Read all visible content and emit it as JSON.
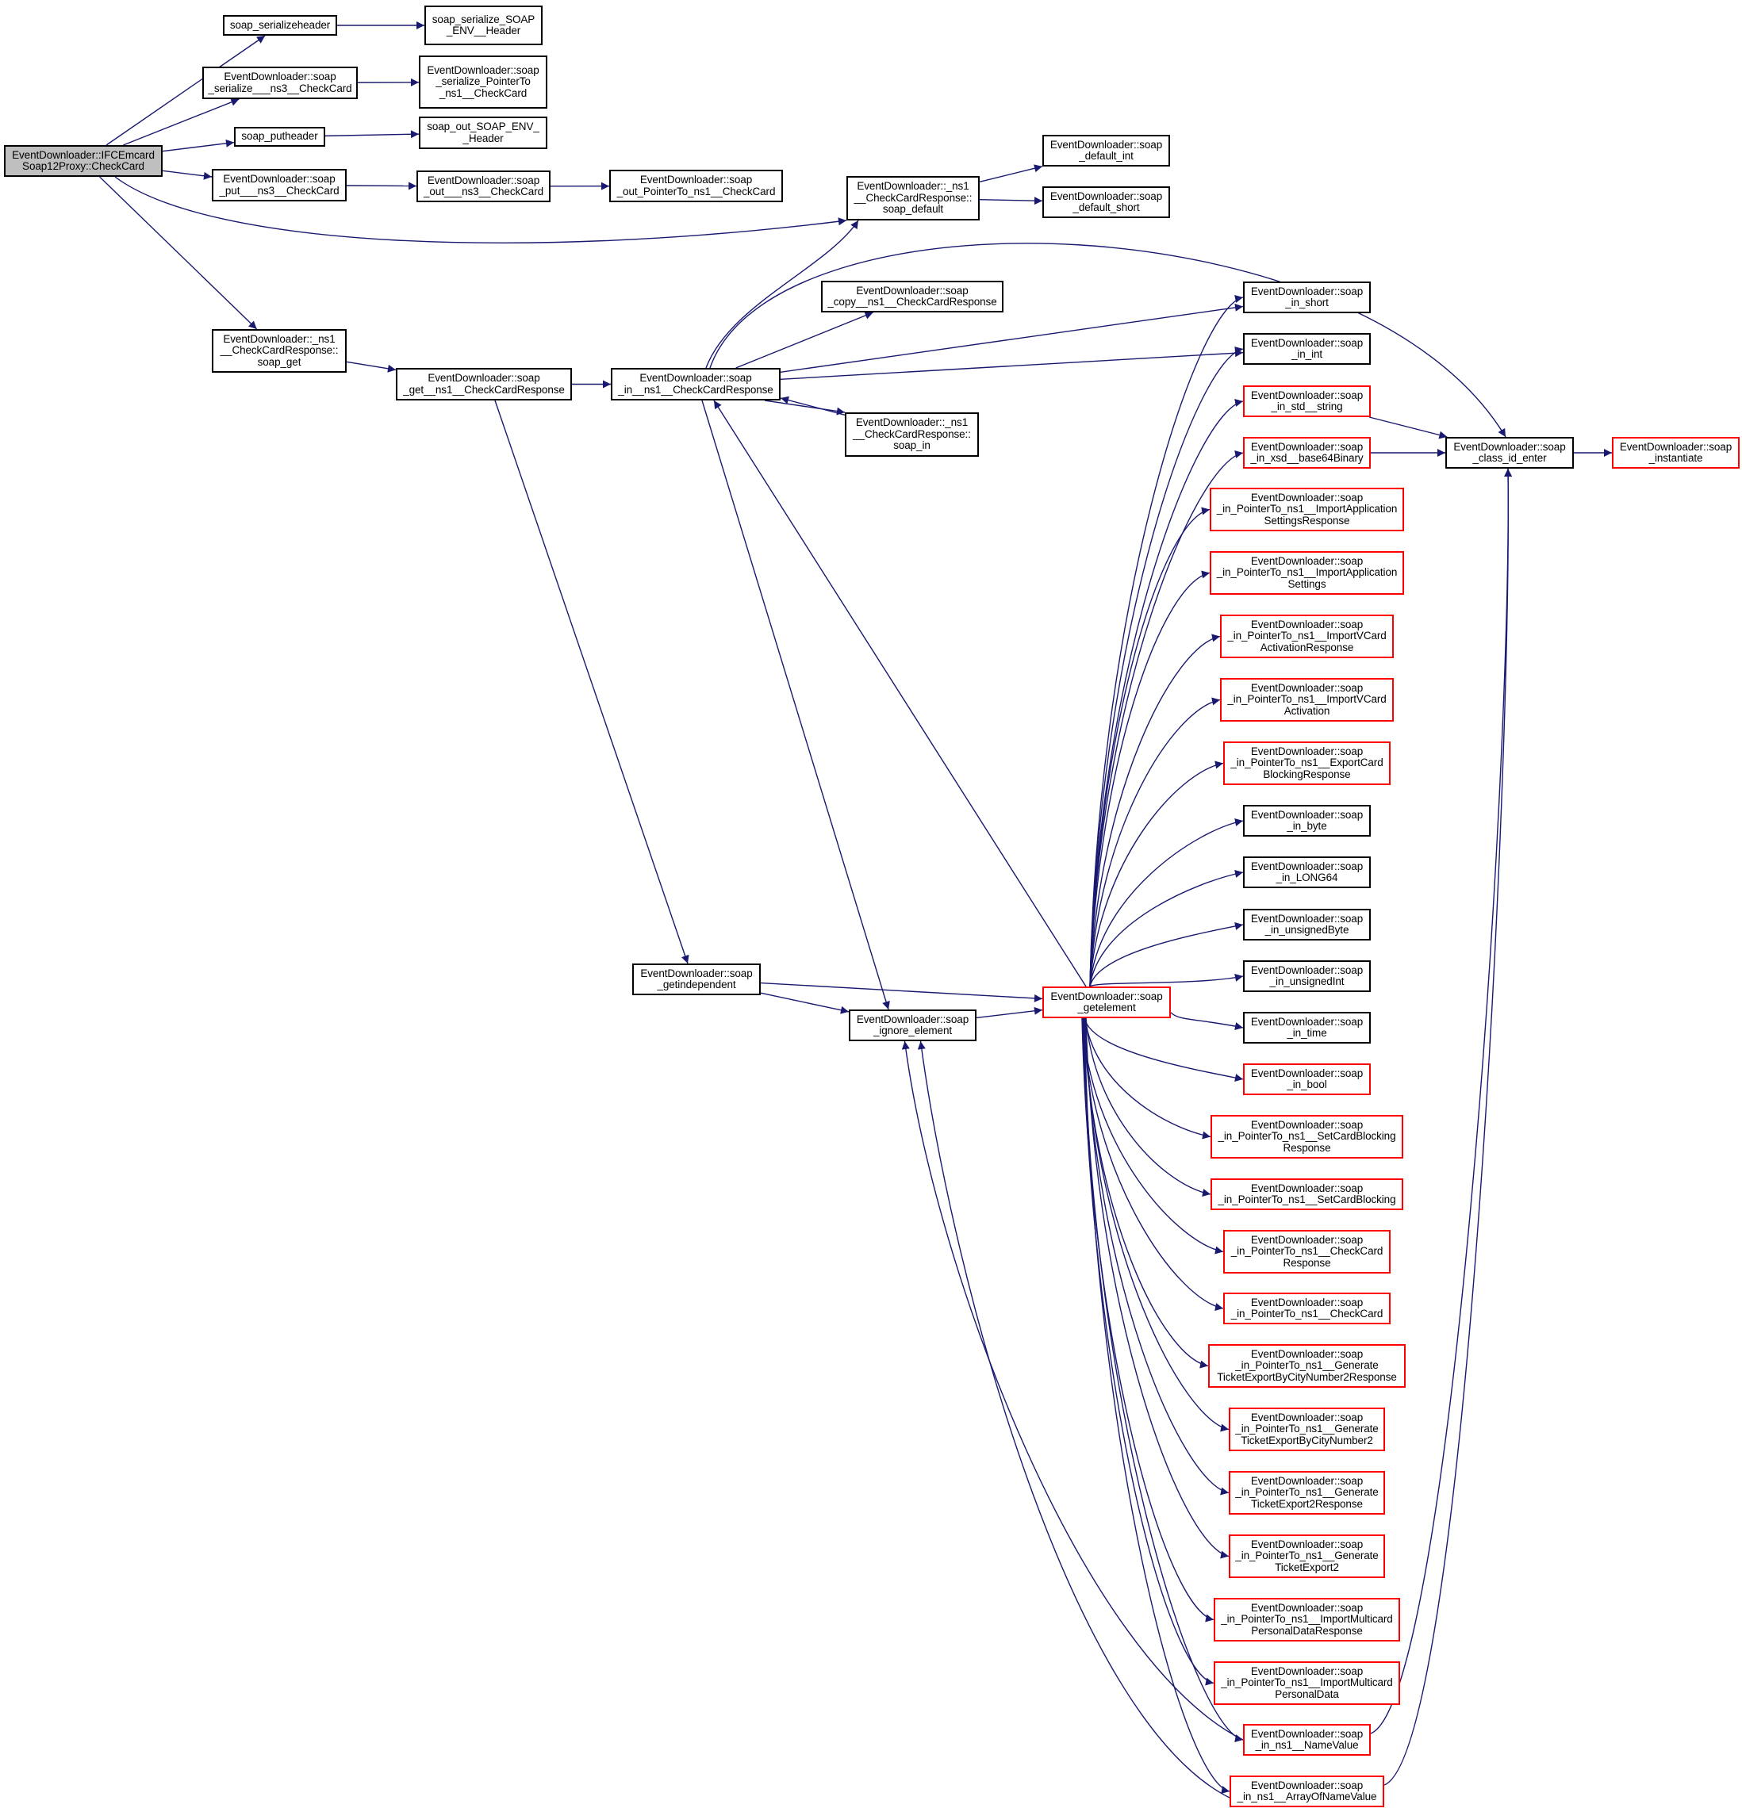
{
  "diagram": {
    "type": "call-graph",
    "edge_color": "#191970",
    "node_border_default": "#000000",
    "node_border_truncated": "#ff0000",
    "root_fill": "#bfbfbf",
    "nodes": [
      {
        "id": "root",
        "label": "EventDownloader::IFCEmcard\nSoap12Proxy::CheckCard",
        "style": "root"
      },
      {
        "id": "serializeheader",
        "label": "soap_serializeheader",
        "style": "normal"
      },
      {
        "id": "ser_env_header",
        "label": "soap_serialize_SOAP\n_ENV__Header",
        "style": "normal"
      },
      {
        "id": "ser_ns3",
        "label": "EventDownloader::soap\n_serialize___ns3__CheckCard",
        "style": "normal"
      },
      {
        "id": "ser_ptr",
        "label": "EventDownloader::soap\n_serialize_PointerTo\n_ns1__CheckCard",
        "style": "normal"
      },
      {
        "id": "putheader",
        "label": "soap_putheader",
        "style": "normal"
      },
      {
        "id": "out_env_header",
        "label": "soap_out_SOAP_ENV_\n_Header",
        "style": "normal"
      },
      {
        "id": "put_ns3",
        "label": "EventDownloader::soap\n_put___ns3__CheckCard",
        "style": "normal"
      },
      {
        "id": "out_ns3",
        "label": "EventDownloader::soap\n_out___ns3__CheckCard",
        "style": "normal"
      },
      {
        "id": "out_ptr",
        "label": "EventDownloader::soap\n_out_PointerTo_ns1__CheckCard",
        "style": "normal"
      },
      {
        "id": "ccr_default",
        "label": "EventDownloader::_ns1\n__CheckCardResponse::\nsoap_default",
        "style": "normal"
      },
      {
        "id": "default_int",
        "label": "EventDownloader::soap\n_default_int",
        "style": "normal"
      },
      {
        "id": "default_short",
        "label": "EventDownloader::soap\n_default_short",
        "style": "normal"
      },
      {
        "id": "ccr_get",
        "label": "EventDownloader::_ns1\n__CheckCardResponse::\nsoap_get",
        "style": "normal"
      },
      {
        "id": "get_ccr",
        "label": "EventDownloader::soap\n_get__ns1__CheckCardResponse",
        "style": "normal"
      },
      {
        "id": "in_ccr",
        "label": "EventDownloader::soap\n_in__ns1__CheckCardResponse",
        "style": "normal"
      },
      {
        "id": "copy_ccr",
        "label": "EventDownloader::soap\n_copy__ns1__CheckCardResponse",
        "style": "normal"
      },
      {
        "id": "ccr_in",
        "label": "EventDownloader::_ns1\n__CheckCardResponse::\nsoap_in",
        "style": "normal"
      },
      {
        "id": "getindependent",
        "label": "EventDownloader::soap\n_getindependent",
        "style": "normal"
      },
      {
        "id": "ignore_element",
        "label": "EventDownloader::soap\n_ignore_element",
        "style": "normal"
      },
      {
        "id": "getelement",
        "label": "EventDownloader::soap\n_getelement",
        "style": "red"
      },
      {
        "id": "in_short",
        "label": "EventDownloader::soap\n_in_short",
        "style": "normal"
      },
      {
        "id": "in_int",
        "label": "EventDownloader::soap\n_in_int",
        "style": "normal"
      },
      {
        "id": "in_std_string",
        "label": "EventDownloader::soap\n_in_std__string",
        "style": "red"
      },
      {
        "id": "in_base64",
        "label": "EventDownloader::soap\n_in_xsd__base64Binary",
        "style": "red"
      },
      {
        "id": "class_id_enter",
        "label": "EventDownloader::soap\n_class_id_enter",
        "style": "normal"
      },
      {
        "id": "instantiate",
        "label": "EventDownloader::soap\n_instantiate",
        "style": "red"
      },
      {
        "id": "p_iasr",
        "label": "EventDownloader::soap\n_in_PointerTo_ns1__ImportApplication\nSettingsResponse",
        "style": "red"
      },
      {
        "id": "p_ias",
        "label": "EventDownloader::soap\n_in_PointerTo_ns1__ImportApplication\nSettings",
        "style": "red"
      },
      {
        "id": "p_ivar",
        "label": "EventDownloader::soap\n_in_PointerTo_ns1__ImportVCard\nActivationResponse",
        "style": "red"
      },
      {
        "id": "p_iva",
        "label": "EventDownloader::soap\n_in_PointerTo_ns1__ImportVCard\nActivation",
        "style": "red"
      },
      {
        "id": "p_ecbr",
        "label": "EventDownloader::soap\n_in_PointerTo_ns1__ExportCard\nBlockingResponse",
        "style": "red"
      },
      {
        "id": "in_byte",
        "label": "EventDownloader::soap\n_in_byte",
        "style": "normal"
      },
      {
        "id": "in_long64",
        "label": "EventDownloader::soap\n_in_LONG64",
        "style": "normal"
      },
      {
        "id": "in_ubyte",
        "label": "EventDownloader::soap\n_in_unsignedByte",
        "style": "normal"
      },
      {
        "id": "in_uint",
        "label": "EventDownloader::soap\n_in_unsignedInt",
        "style": "normal"
      },
      {
        "id": "in_time",
        "label": "EventDownloader::soap\n_in_time",
        "style": "normal"
      },
      {
        "id": "in_bool",
        "label": "EventDownloader::soap\n_in_bool",
        "style": "red"
      },
      {
        "id": "p_scbr",
        "label": "EventDownloader::soap\n_in_PointerTo_ns1__SetCardBlocking\nResponse",
        "style": "red"
      },
      {
        "id": "p_scb",
        "label": "EventDownloader::soap\n_in_PointerTo_ns1__SetCardBlocking",
        "style": "red"
      },
      {
        "id": "p_ccr",
        "label": "EventDownloader::soap\n_in_PointerTo_ns1__CheckCard\nResponse",
        "style": "red"
      },
      {
        "id": "p_cc",
        "label": "EventDownloader::soap\n_in_PointerTo_ns1__CheckCard",
        "style": "red"
      },
      {
        "id": "p_gtebcn2r",
        "label": "EventDownloader::soap\n_in_PointerTo_ns1__Generate\nTicketExportByCityNumber2Response",
        "style": "red"
      },
      {
        "id": "p_gtebcn2",
        "label": "EventDownloader::soap\n_in_PointerTo_ns1__Generate\nTicketExportByCityNumber2",
        "style": "red"
      },
      {
        "id": "p_gte2r",
        "label": "EventDownloader::soap\n_in_PointerTo_ns1__Generate\nTicketExport2Response",
        "style": "red"
      },
      {
        "id": "p_gte2",
        "label": "EventDownloader::soap\n_in_PointerTo_ns1__Generate\nTicketExport2",
        "style": "red"
      },
      {
        "id": "p_impdr",
        "label": "EventDownloader::soap\n_in_PointerTo_ns1__ImportMulticard\nPersonalDataResponse",
        "style": "red"
      },
      {
        "id": "p_impd",
        "label": "EventDownloader::soap\n_in_PointerTo_ns1__ImportMulticard\nPersonalData",
        "style": "red"
      },
      {
        "id": "in_namevalue",
        "label": "EventDownloader::soap\n_in_ns1__NameValue",
        "style": "red"
      },
      {
        "id": "in_arraynv",
        "label": "EventDownloader::soap\n_in_ns1__ArrayOfNameValue",
        "style": "red"
      }
    ],
    "edges": [
      [
        "root",
        "serializeheader"
      ],
      [
        "root",
        "ser_ns3"
      ],
      [
        "root",
        "putheader"
      ],
      [
        "root",
        "put_ns3"
      ],
      [
        "root",
        "ccr_default"
      ],
      [
        "root",
        "ccr_get"
      ],
      [
        "serializeheader",
        "ser_env_header"
      ],
      [
        "ser_ns3",
        "ser_ptr"
      ],
      [
        "putheader",
        "out_env_header"
      ],
      [
        "put_ns3",
        "out_ns3"
      ],
      [
        "out_ns3",
        "out_ptr"
      ],
      [
        "ccr_default",
        "default_int"
      ],
      [
        "ccr_default",
        "default_short"
      ],
      [
        "ccr_get",
        "get_ccr"
      ],
      [
        "get_ccr",
        "in_ccr"
      ],
      [
        "get_ccr",
        "getindependent"
      ],
      [
        "in_ccr",
        "ccr_default"
      ],
      [
        "in_ccr",
        "copy_ccr"
      ],
      [
        "in_ccr",
        "in_short"
      ],
      [
        "in_ccr",
        "in_int"
      ],
      [
        "in_ccr",
        "ccr_in"
      ],
      [
        "ccr_in",
        "in_ccr"
      ],
      [
        "in_ccr",
        "class_id_enter"
      ],
      [
        "in_ccr",
        "ignore_element"
      ],
      [
        "getindependent",
        "getelement"
      ],
      [
        "getindependent",
        "ignore_element"
      ],
      [
        "ignore_element",
        "getelement"
      ],
      [
        "getelement",
        "in_ccr"
      ],
      [
        "in_std_string",
        "class_id_enter"
      ],
      [
        "in_base64",
        "class_id_enter"
      ],
      [
        "class_id_enter",
        "instantiate"
      ],
      [
        "getelement",
        "in_short"
      ],
      [
        "getelement",
        "in_int"
      ],
      [
        "getelement",
        "in_std_string"
      ],
      [
        "getelement",
        "in_base64"
      ],
      [
        "getelement",
        "p_iasr"
      ],
      [
        "getelement",
        "p_ias"
      ],
      [
        "getelement",
        "p_ivar"
      ],
      [
        "getelement",
        "p_iva"
      ],
      [
        "getelement",
        "p_ecbr"
      ],
      [
        "getelement",
        "in_byte"
      ],
      [
        "getelement",
        "in_long64"
      ],
      [
        "getelement",
        "in_ubyte"
      ],
      [
        "getelement",
        "in_uint"
      ],
      [
        "getelement",
        "in_time"
      ],
      [
        "getelement",
        "in_bool"
      ],
      [
        "getelement",
        "p_scbr"
      ],
      [
        "getelement",
        "p_scb"
      ],
      [
        "getelement",
        "p_ccr"
      ],
      [
        "getelement",
        "p_cc"
      ],
      [
        "getelement",
        "p_gtebcn2r"
      ],
      [
        "getelement",
        "p_gtebcn2"
      ],
      [
        "getelement",
        "p_gte2r"
      ],
      [
        "getelement",
        "p_gte2"
      ],
      [
        "getelement",
        "p_impdr"
      ],
      [
        "getelement",
        "p_impd"
      ],
      [
        "getelement",
        "in_namevalue"
      ],
      [
        "getelement",
        "in_arraynv"
      ],
      [
        "in_namevalue",
        "class_id_enter"
      ],
      [
        "in_arraynv",
        "class_id_enter"
      ],
      [
        "in_namevalue",
        "ignore_element"
      ],
      [
        "in_arraynv",
        "ignore_element"
      ]
    ]
  }
}
